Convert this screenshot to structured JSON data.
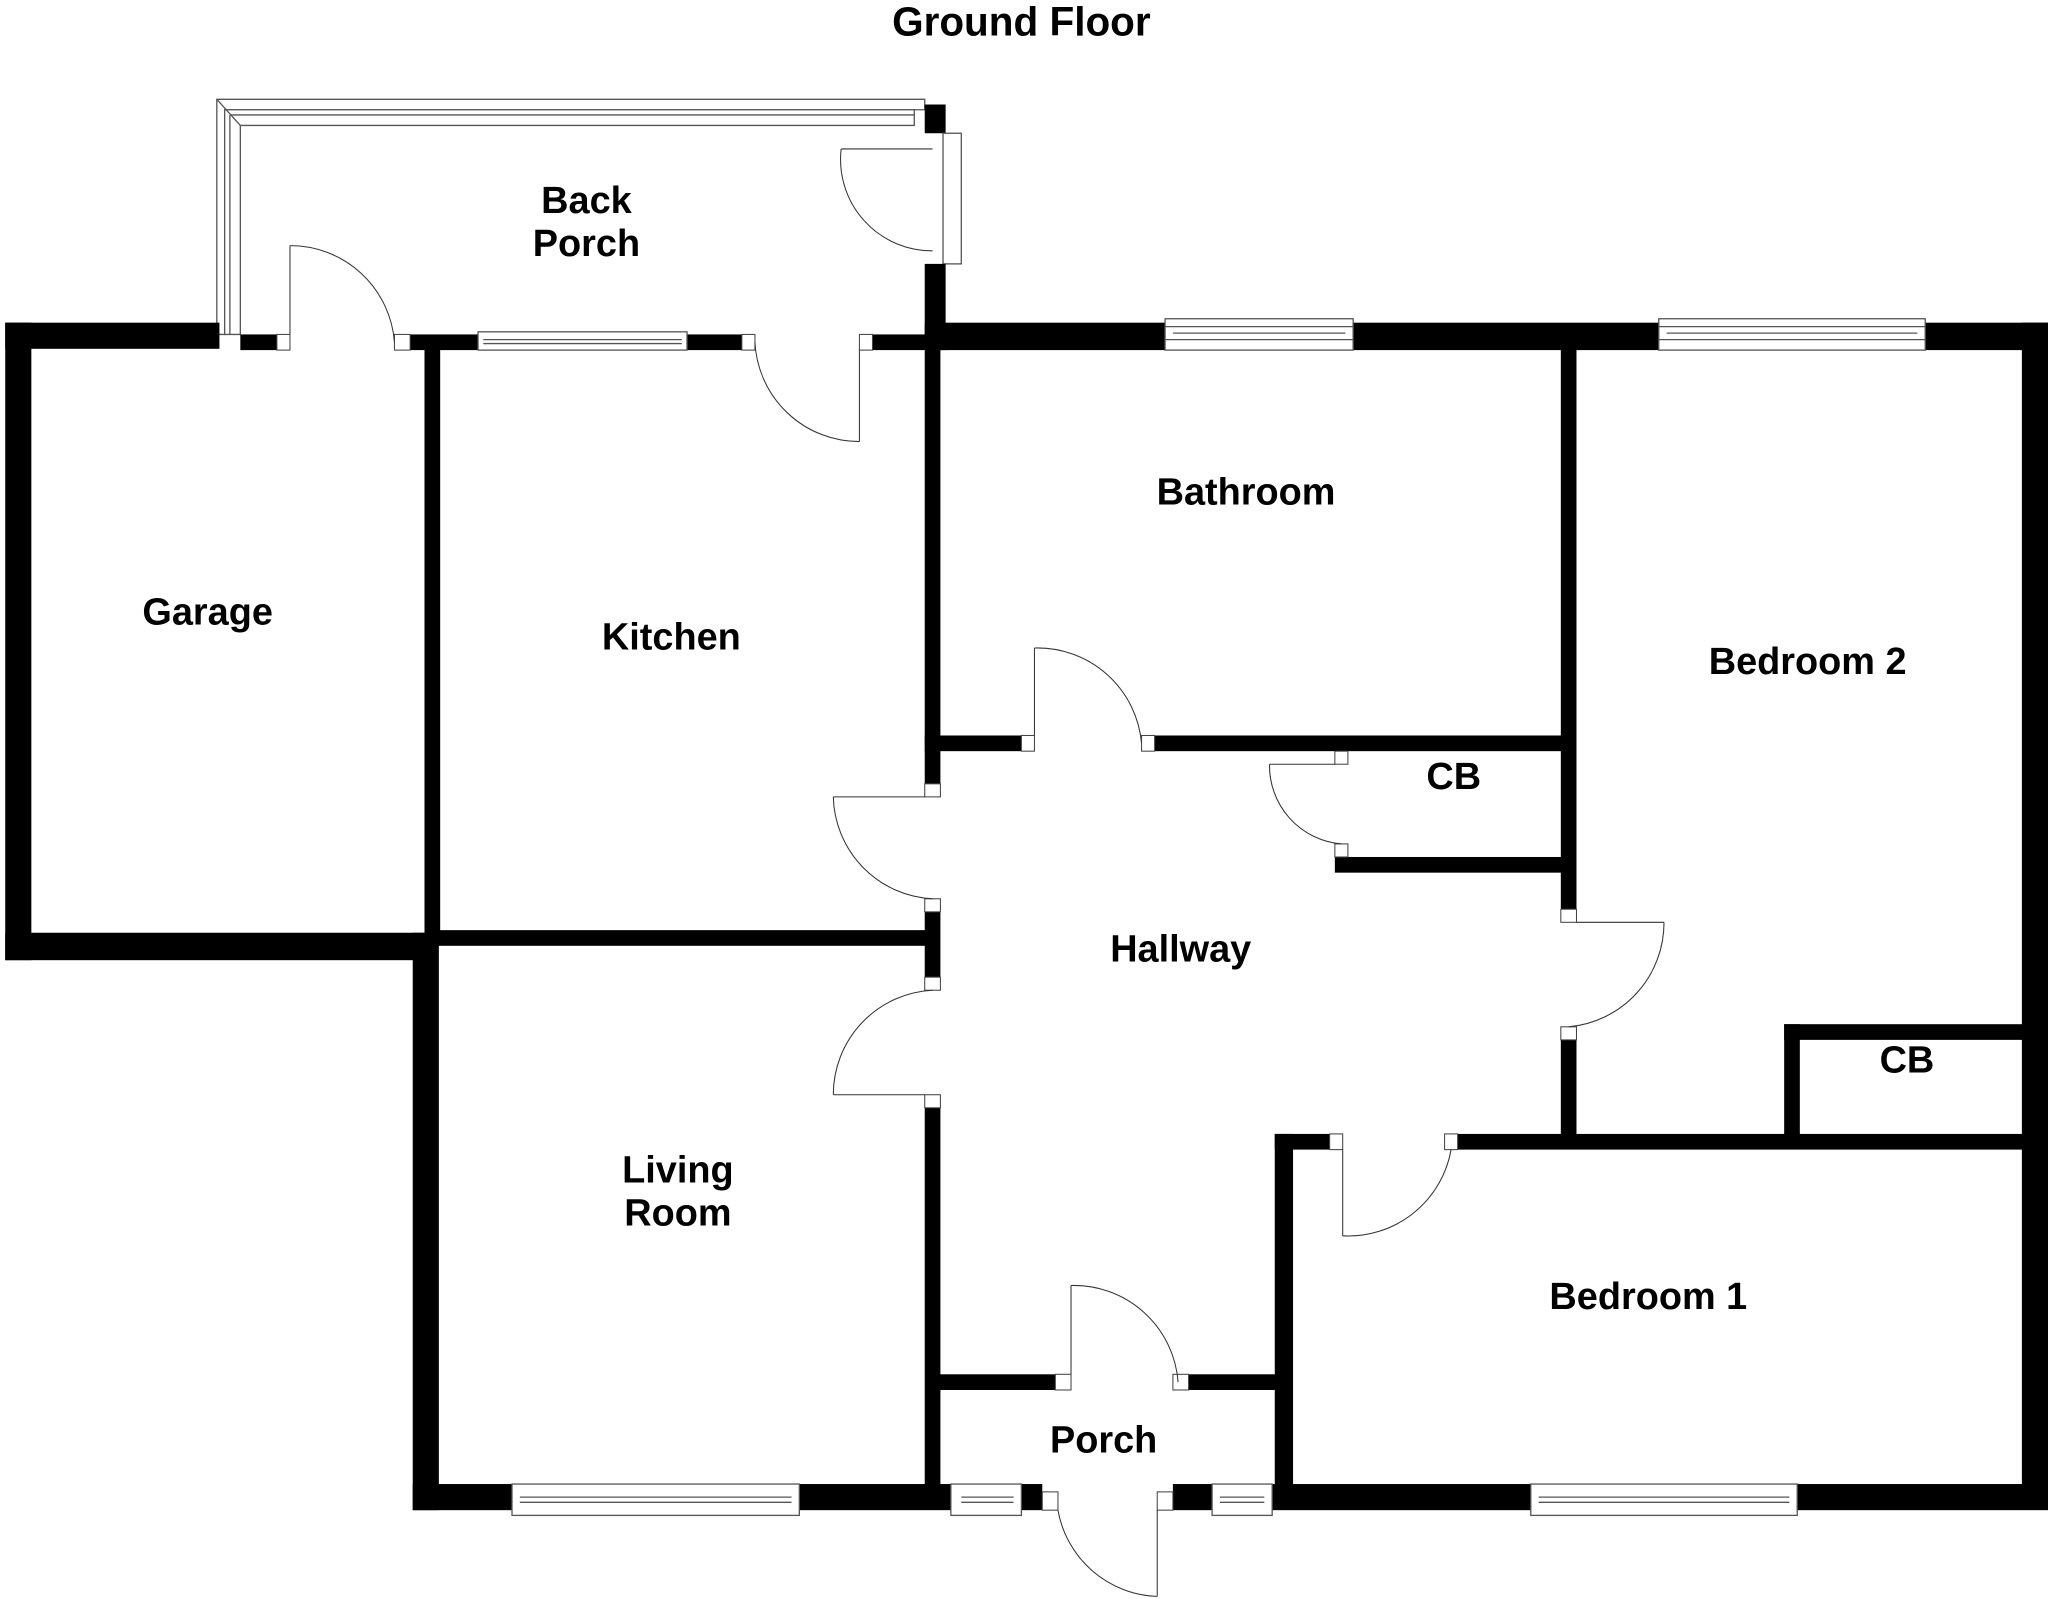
{
  "title": "Ground Floor",
  "rooms": {
    "back_porch": {
      "line1": "Back",
      "line2": "Porch"
    },
    "garage": "Garage",
    "kitchen": "Kitchen",
    "bathroom": "Bathroom",
    "bedroom_2": "Bedroom 2",
    "cupboard_hall": "CB",
    "hallway": "Hallway",
    "cupboard_bedroom": "CB",
    "living_room": {
      "line1": "Living",
      "line2": "Room"
    },
    "porch": "Porch",
    "bedroom_1": "Bedroom 1"
  },
  "colors": {
    "wall": "#000000",
    "background": "#ffffff",
    "linework": "#555555"
  }
}
